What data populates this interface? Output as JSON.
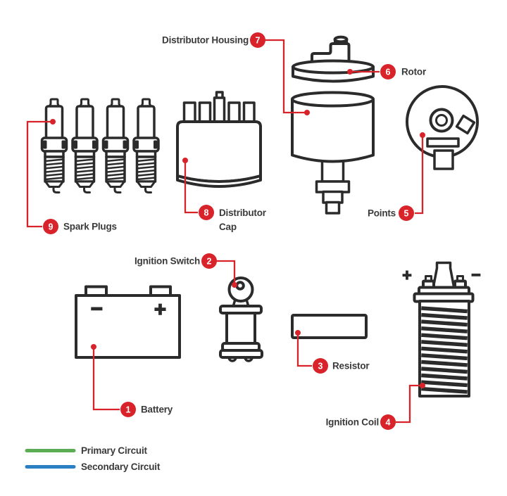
{
  "labels": {
    "distributor_housing": {
      "num": "7",
      "text": "Distributor Housing"
    },
    "rotor": {
      "num": "6",
      "text": "Rotor"
    },
    "points": {
      "num": "5",
      "text": "Points"
    },
    "distributor_cap": {
      "num": "8",
      "line1": "Distributor",
      "line2": "Cap"
    },
    "spark_plugs": {
      "num": "9",
      "text": "Spark Plugs"
    },
    "ignition_switch": {
      "num": "2",
      "text": "Ignition Switch"
    },
    "battery": {
      "num": "1",
      "text": "Battery"
    },
    "resistor": {
      "num": "3",
      "text": "Resistor"
    },
    "ignition_coil": {
      "num": "4",
      "text": "Ignition Coil"
    }
  },
  "symbols": {
    "battery_minus": "−",
    "battery_plus": "+",
    "coil_plus": "+",
    "coil_minus": "−"
  },
  "legend": [
    {
      "label": "Primary Circuit",
      "color": "#5bad53"
    },
    {
      "label": "Secondary Circuit",
      "color": "#2b7fc3"
    }
  ],
  "colors": {
    "accent_red": "#d8232a",
    "outline": "#2b2b2b",
    "text": "#3a3a3a",
    "background": "#ffffff"
  }
}
